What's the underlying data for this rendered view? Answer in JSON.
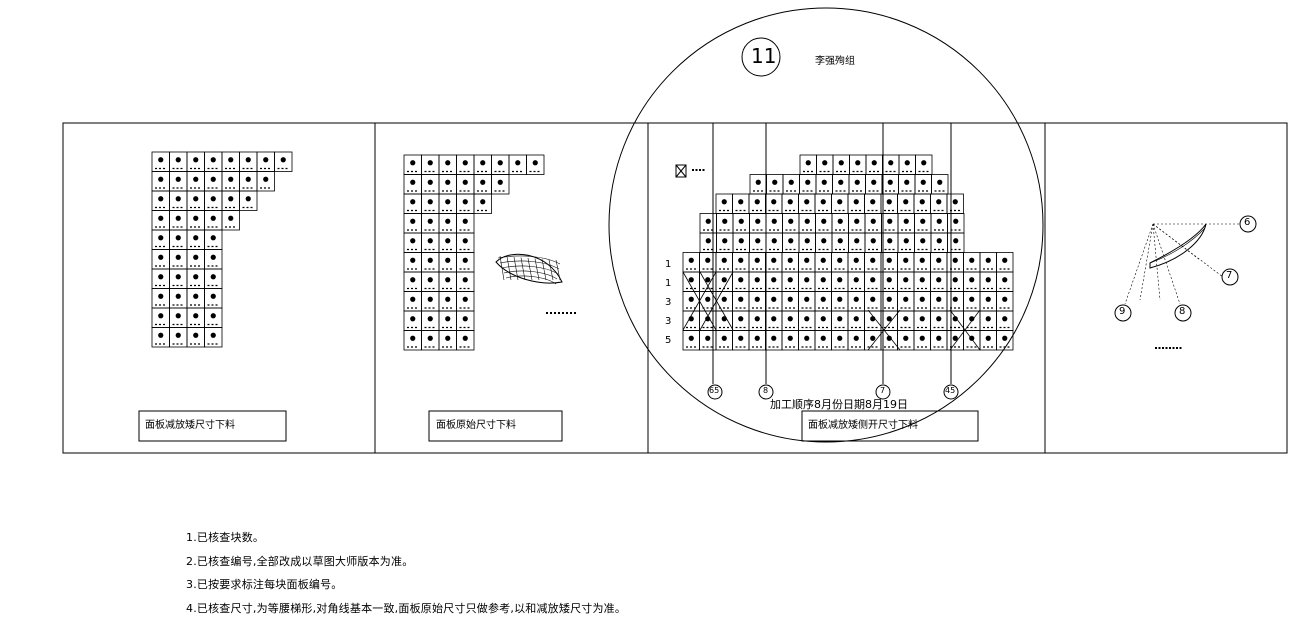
{
  "detail": {
    "number": "11",
    "title": "李强殉组"
  },
  "panels": [
    {
      "caption": "面板减放矮尺寸下料"
    },
    {
      "caption": "面板原始尺寸下料"
    },
    {
      "caption": "面板减放矮侧开尺寸下料"
    }
  ],
  "processing_note": "加工顺序8月份日期8月19日",
  "row_labels": [
    "1",
    "1",
    "3",
    "3",
    "5"
  ],
  "axis_markers": [
    "65",
    "8",
    "7",
    "45"
  ],
  "elevation_markers": [
    "6",
    "7",
    "8",
    "9"
  ],
  "notes": [
    "1.已核查块数。",
    "2.已核查编号,全部改成以草图大师版本为准。",
    "3.已按要求标注每块面板编号。",
    "4.已核查尺寸,为等腰梯形,对角线基本一致,面板原始尺寸只做参考,以和减放矮尺寸为准。"
  ],
  "colors": {
    "line": "#000000",
    "background": "#ffffff"
  }
}
